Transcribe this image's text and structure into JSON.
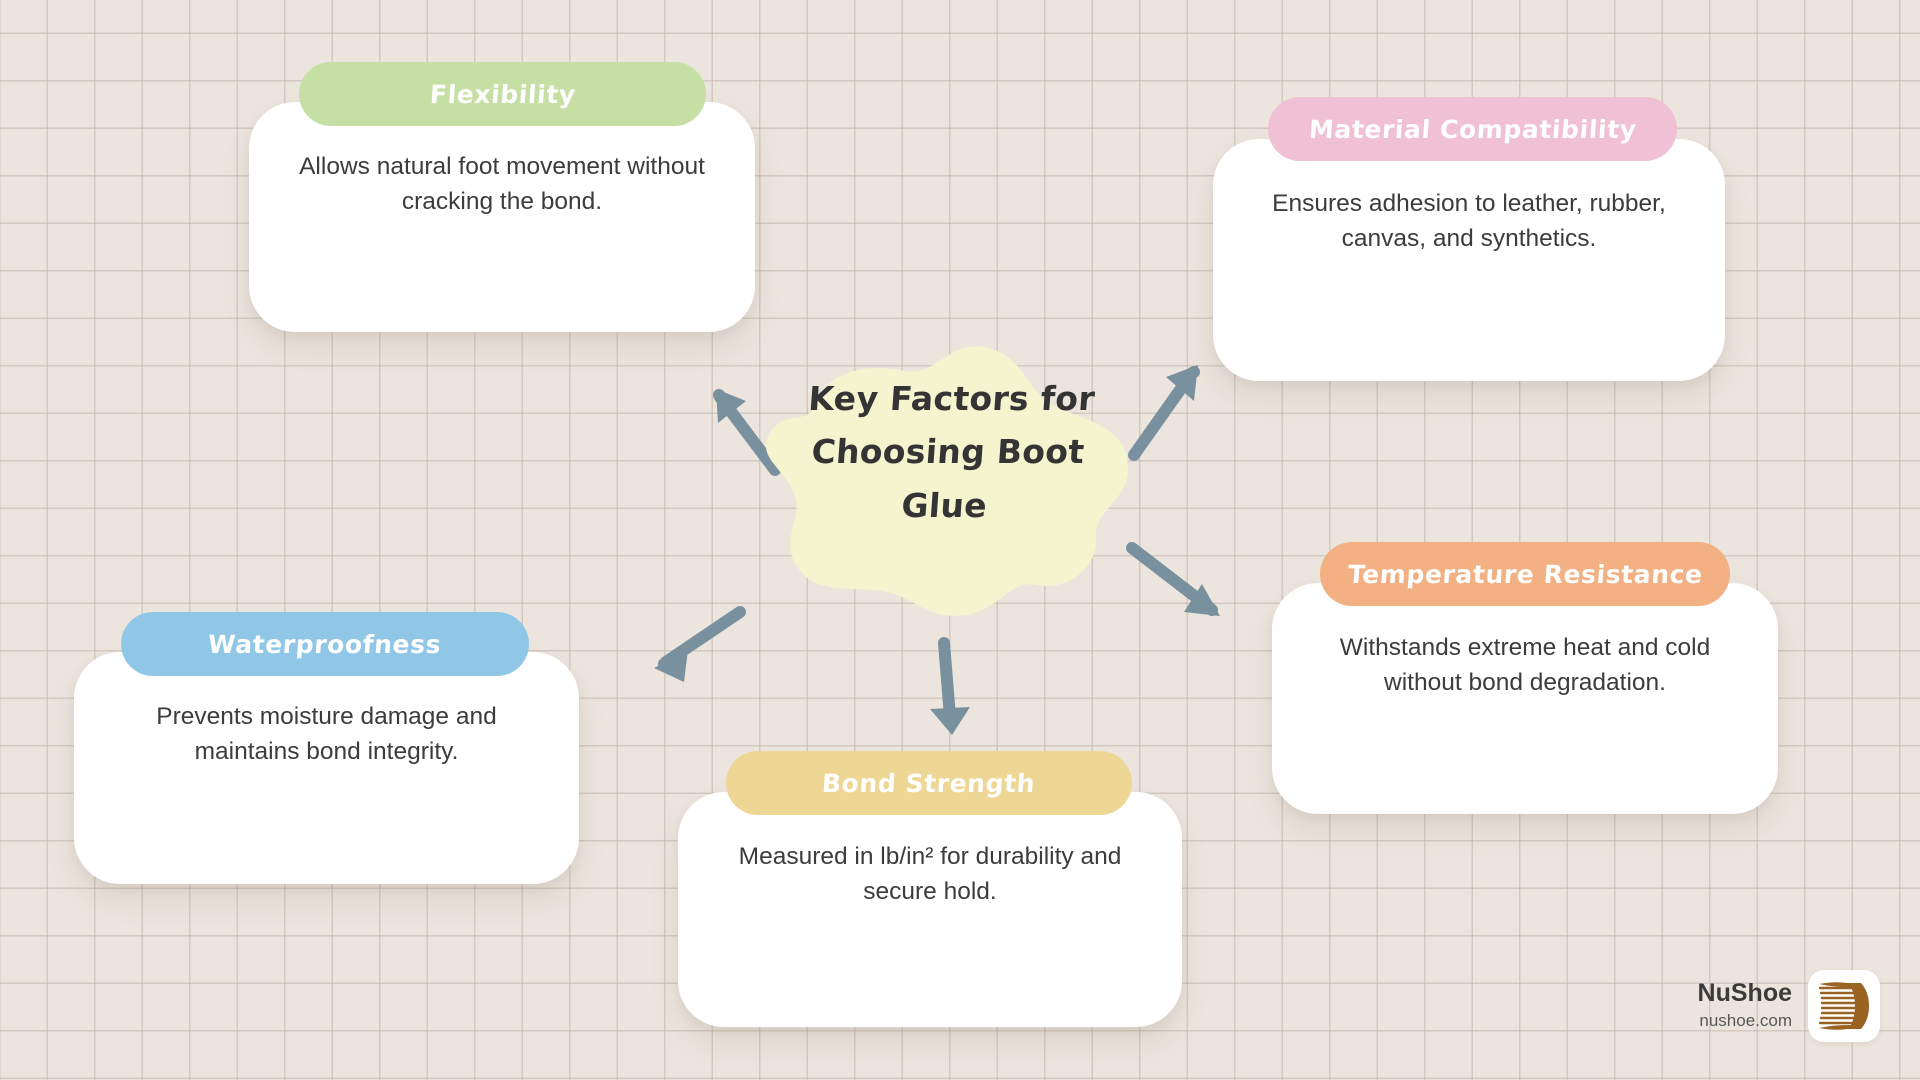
{
  "theme": {
    "background": "#ece5dd",
    "grid_line": "#beb4a8",
    "card_bg": "#ffffff",
    "body_text": "#3c3c3c",
    "center_blob": "#f4f4ce",
    "center_text": "#343434",
    "arrow": "#79909f"
  },
  "center": {
    "title_lines": [
      "Key Factors for",
      "Choosing Boot",
      "Glue"
    ],
    "title": "Key Factors for Choosing Boot Glue"
  },
  "cards": [
    {
      "id": "flexibility",
      "title": "Flexibility",
      "description": "Allows natural foot movement without cracking the bond.",
      "color": "#c5dfa4"
    },
    {
      "id": "material-compatibility",
      "title": "Material Compatibility",
      "description": "Ensures adhesion to leather, rubber, canvas, and synthetics.",
      "color": "#f0c0d4"
    },
    {
      "id": "temperature-resistance",
      "title": "Temperature Resistance",
      "description": "Withstands extreme heat and cold without bond degradation.",
      "color": "#f2b083"
    },
    {
      "id": "bond-strength",
      "title": "Bond Strength",
      "description": "Measured in lb/in² for durability and secure hold.",
      "color": "#eed694"
    },
    {
      "id": "waterproofness",
      "title": "Waterproofness",
      "description": "Prevents moisture damage and maintains bond integrity.",
      "color": "#90c7e7"
    }
  ],
  "arrows": [
    {
      "id": "arrow-to-flexibility",
      "direction": "up-left"
    },
    {
      "id": "arrow-to-material-compatibility",
      "direction": "up-right"
    },
    {
      "id": "arrow-to-temperature-resistance",
      "direction": "down-right"
    },
    {
      "id": "arrow-to-bond-strength",
      "direction": "down"
    },
    {
      "id": "arrow-to-waterproofness",
      "direction": "down-left"
    }
  ],
  "logo": {
    "name": "NuShoe",
    "url": "nushoe.com",
    "mark_color": "#9a6322"
  }
}
